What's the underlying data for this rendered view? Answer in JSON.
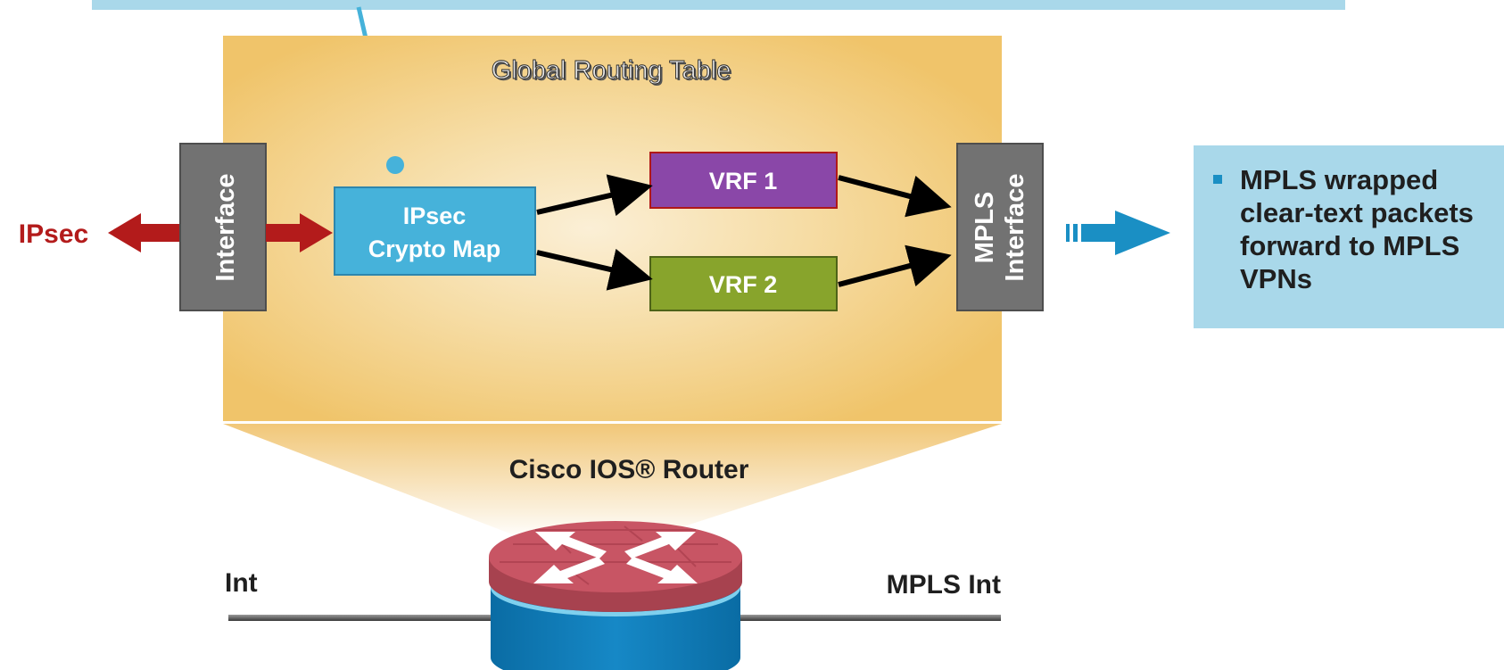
{
  "routing_table": {
    "title": "Global Routing Table"
  },
  "left_interface": {
    "label": "Interface"
  },
  "right_interface": {
    "line1": "MPLS",
    "line2": "Interface"
  },
  "crypto_map": {
    "line1": "IPsec",
    "line2": "Crypto Map"
  },
  "vrfs": [
    {
      "label": "VRF 1",
      "color": "#8a47a8"
    },
    {
      "label": "VRF 2",
      "color": "#88a42c"
    }
  ],
  "ipsec_label": "IPsec",
  "router": {
    "title": "Cisco IOS® Router"
  },
  "links": {
    "left": "Int",
    "right": "MPLS Int"
  },
  "callout": {
    "text": "MPLS wrapped clear-text packets forward to MPLS VPNs"
  },
  "colors": {
    "ipsec_arrow": "#b31b1b",
    "interface_box": "#727272",
    "crypto_box": "#46b2da",
    "callout_bg": "#a9d8ea",
    "outbound_arrow": "#1a8fc4",
    "routing_panel": "#f0c670",
    "router_top": "#c85564",
    "router_body": "#0f7bb6"
  },
  "icons": {
    "router": "router-icon",
    "ipsec_arrow": "double-headed-arrow-icon",
    "outbound_arrow": "outbound-arrow-icon"
  }
}
